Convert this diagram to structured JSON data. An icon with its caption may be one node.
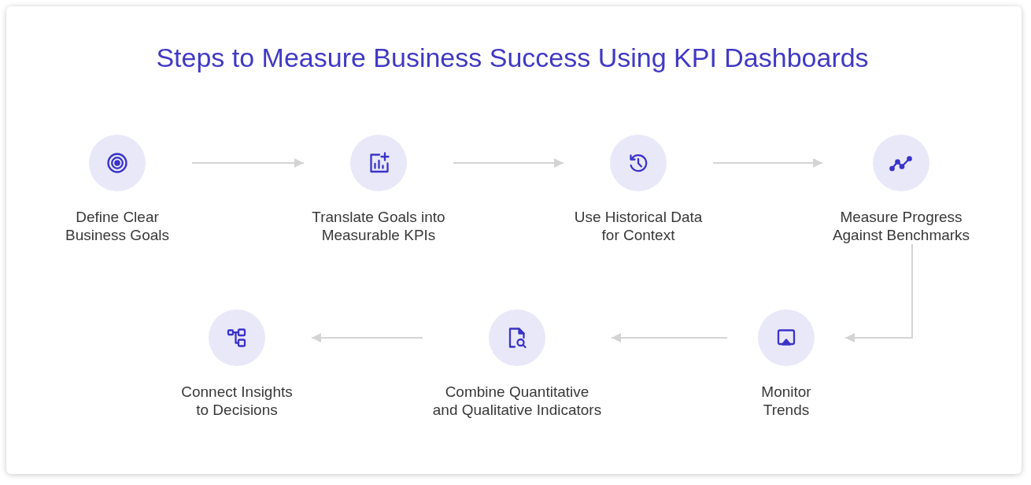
{
  "diagram": {
    "title": "Steps to Measure Business Success Using KPI Dashboards",
    "nodes": [
      {
        "text": [
          "Define Clear Business Goals"
        ]
      },
      {
        "text": [
          "Translate Goals into Measurable KPIs"
        ]
      },
      {
        "text": [
          "Use Historical Data for Context"
        ]
      },
      {
        "text": [
          "Measure Progress Against Benchmarks"
        ]
      },
      {
        "text": [
          "Monitor Trends"
        ]
      },
      {
        "text": [
          "Combine Quantitative and Qualitative Indicators"
        ]
      },
      {
        "text": [
          "Connect Insights to Decisions"
        ]
      }
    ],
    "edges": [
      {
        "from": 0,
        "to": 1,
        "arrow": "to"
      },
      {
        "from": 1,
        "to": 2,
        "arrow": "to"
      },
      {
        "from": 2,
        "to": 3,
        "arrow": "to"
      },
      {
        "from": 3,
        "to": 4,
        "arrow": "to"
      },
      {
        "from": 4,
        "to": 5,
        "arrow": "to"
      },
      {
        "from": 5,
        "to": 6,
        "arrow": "to"
      }
    ]
  }
}
